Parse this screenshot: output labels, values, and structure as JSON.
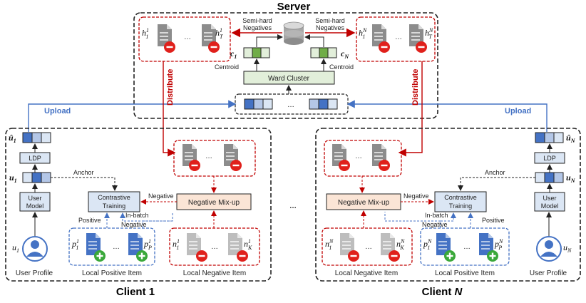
{
  "titles": {
    "server": "Server",
    "client1": "Client 1",
    "clientN_prefix": "Client ",
    "clientN_italic": "N"
  },
  "labels": {
    "upload": "Upload",
    "distribute": "Distribute",
    "semi_hard_negatives_line1": "Semi-hard",
    "semi_hard_negatives_line2": "Negatives",
    "centroid": "Centroid",
    "ward_cluster": "Ward Cluster",
    "ldp": "LDP",
    "user_model_line1": "User",
    "user_model_line2": "Model",
    "contrastive_line1": "Contrastive",
    "contrastive_line2": "Training",
    "negative_mixup": "Negative Mix-up",
    "anchor": "Anchor",
    "negative": "Negative",
    "positive": "Positive",
    "in_batch_line1": "In-batch",
    "in_batch_line2": "Negative",
    "user_profile": "User Profile",
    "local_positive_item": "Local Positive Item",
    "local_negative_item": "Local Negative Item",
    "dots": "…",
    "between_dots": "…"
  },
  "symbols": {
    "h1_base": "h",
    "h1_sup": "1",
    "h1_sub": "1",
    "hT1_base": "h",
    "hT1_sup": "1",
    "hT1_sub": "T",
    "h1N_base": "h",
    "h1N_sup": "N",
    "h1N_sub": "1",
    "hTN_base": "h",
    "hTN_sup": "N",
    "hTN_sub": "T",
    "c1": "c",
    "c1_sub": "1",
    "cN": "c",
    "cN_sub": "N",
    "u1_hat": "û",
    "u1_hat_sub": "1",
    "u1": "u",
    "u1_sub": "1",
    "u1_profile": "u",
    "u1_profile_sub": "1",
    "uN_hat": "û",
    "uN_hat_sub": "N",
    "uN": "u",
    "uN_sub": "N",
    "uN_profile": "u",
    "uN_profile_sub": "N",
    "p1_base": "p",
    "p1_sup": "1",
    "p1_sub": "1",
    "pP1_base": "p",
    "pP1_sup": "1",
    "pP1_sub": "P",
    "n1_base": "n",
    "n1_sup": "1",
    "n1_sub": "1",
    "nK1_base": "n",
    "nK1_sup": "1",
    "nK1_sub": "K",
    "pN_base": "p",
    "pN_sup": "N",
    "pN_sub": "1",
    "pPN_base": "p",
    "pPN_sup": "N",
    "pPN_sub": "P",
    "nN_base": "n",
    "nN_sup": "N",
    "nN_sub": "1",
    "nKN_base": "n",
    "nKN_sup": "N",
    "nKN_sub": "K"
  },
  "colors": {
    "red": "#c00000",
    "blue": "#4472c4",
    "doc_gray": "#8c8c8c",
    "doc_light": "#bdbdbd",
    "doc_blue": "#4472c4",
    "minus_red": "#e0201b",
    "plus_green": "#3aa83a",
    "box_blue_fill": "#dbe6f4",
    "box_green_fill": "#e2efda",
    "box_orange_fill": "#fbe5d6"
  }
}
